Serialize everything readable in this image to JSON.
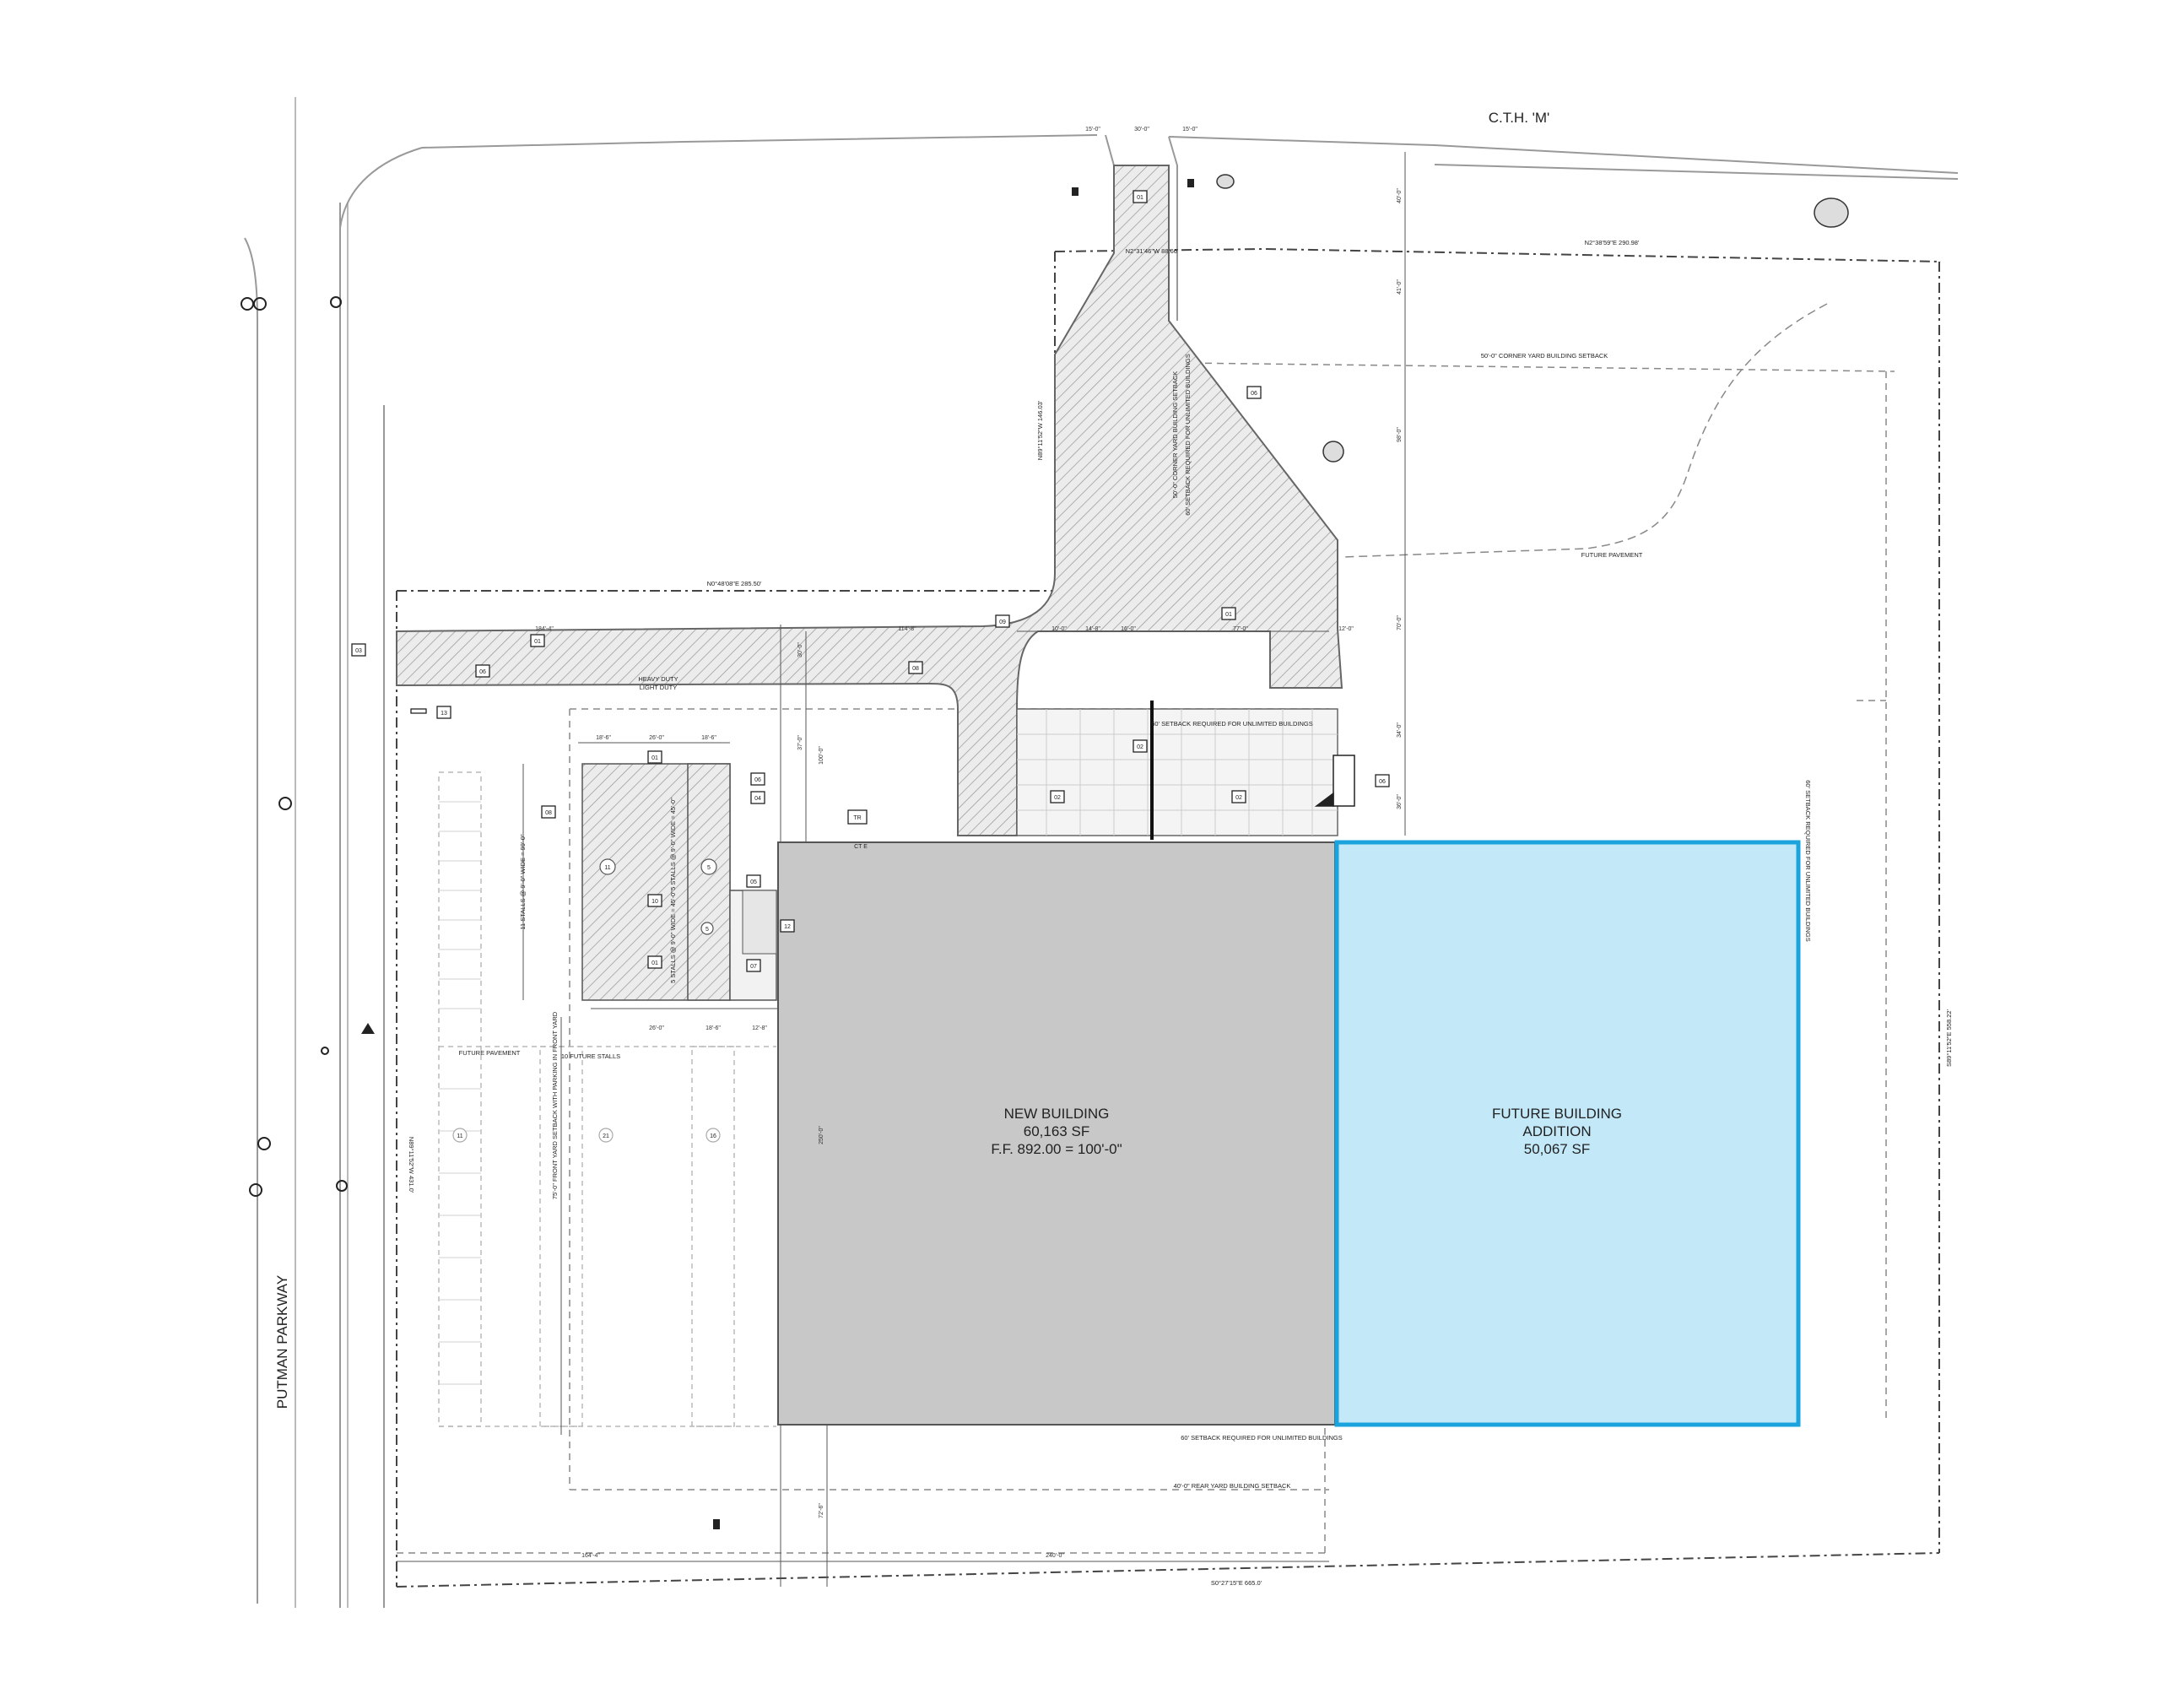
{
  "road_north": "C.T.H. 'M'",
  "road_west": "PUTMAN PARKWAY",
  "new_building": {
    "name": "NEW BUILDING",
    "area": "60,163 SF",
    "elevation": "F.F. 892.00 = 100'-0\""
  },
  "future_building": {
    "line1": "FUTURE BUILDING",
    "line2": "ADDITION",
    "area": "50,067 SF"
  },
  "notes": {
    "corner_yard_setback": "50'-0\" CORNER YARD BUILDING SETBACK",
    "future_pavement_east": "FUTURE PAVEMENT",
    "future_pavement_west": "FUTURE PAVEMENT",
    "setback_unlimited_north": "60' SETBACK REQUIRED FOR UNLIMITED BUILDINGS",
    "setback_unlimited_east": "60' SETBACK REQUIRED FOR UNLIMITED BUILDINGS",
    "setback_unlimited_south": "60' SETBACK REQUIRED FOR UNLIMITED BUILDINGS",
    "rear_yard_setback": "40'-0\" REAR YARD BUILDING SETBACK",
    "heavy_duty": "HEAVY DUTY",
    "light_duty": "LIGHT DUTY",
    "future_stalls": "10 FUTURE STALLS",
    "front_yard_setback": "75'-0\" FRONT YARD SETBACK WITH PARKING IN FRONT YARD",
    "corner_setback_vert": "50'-0\" CORNER YARD BUILDING SETBACK",
    "setback_vert_2": "60' SETBACK REQUIRED FOR UNLIMITED BUILDINGS",
    "stalls_11": "11 STALLS @ 9'-0\" WIDE = 99'-0\"",
    "stalls_5a": "5 STALLS @ 9'-0\" WIDE = 45'-0\"",
    "stalls_5b": "5 STALLS @ 9'-0\" WIDE = 45'-0\""
  },
  "bearings": {
    "north": "N2°38'59\"E    290.98'",
    "north_drive": "N2°31'46\"W    88.66'",
    "west_upper": "N89°11'52\"W    146.03'",
    "mid": "N0°48'08\"E    285.50'",
    "west_lower": "N89°11'52\"W    431.0'",
    "east": "S89°11'52\"E    558.22'",
    "south": "S0°27'15\"E    665.0'"
  },
  "dimensions": {
    "top_15a": "15'-0\"",
    "top_30": "30'-0\"",
    "top_15b": "15'-0\"",
    "d_40": "40'-0\"",
    "d_41": "41'-0\"",
    "d_98": "98'-0\"",
    "d_70": "70'-0\"",
    "d_34": "34'-0\"",
    "d_36": "36'-0\"",
    "d_184": "184'-4\"",
    "d_114": "114'-8\"",
    "d_10": "10'-0\"",
    "d_14": "14'-8\"",
    "d_16": "16'-0\"",
    "d_77": "77'-0\"",
    "d_12": "12'-0\"",
    "d_18a": "18'-6\"",
    "d_26a": "26'-0\"",
    "d_18b": "18'-6\"",
    "d_26b": "26'-0\"",
    "d_18c": "18'-6\"",
    "d_12b": "12'-8\"",
    "d_250": "250'-0\"",
    "d_72": "72'-6\"",
    "d_164": "164'-4\"",
    "d_240": "240'-0\"",
    "d_30": "30'-0\"",
    "d_37": "37'-0\"",
    "d_100": "100'-0\""
  },
  "tags": {
    "t_top": "01",
    "t_01a": "01",
    "t_06a": "06",
    "t_08a": "08",
    "t_09": "09",
    "t_01b": "01",
    "t_03": "03",
    "t_06b": "06",
    "t_13": "13",
    "t_08b": "08",
    "t_01c": "01",
    "t_06c": "06",
    "t_04": "04",
    "t_05": "05",
    "t_10": "10",
    "t_12": "12",
    "t_01d": "01",
    "t_07": "07",
    "t_02a": "02",
    "t_02b": "02",
    "t_02c": "02",
    "t_06d": "06",
    "t_11": "11",
    "tr": "TR",
    "ct": "CT E"
  },
  "stall_counts": {
    "s11": "11",
    "s5a": "5",
    "s5b": "5",
    "f11": "11",
    "f21": "21",
    "f16": "16"
  }
}
